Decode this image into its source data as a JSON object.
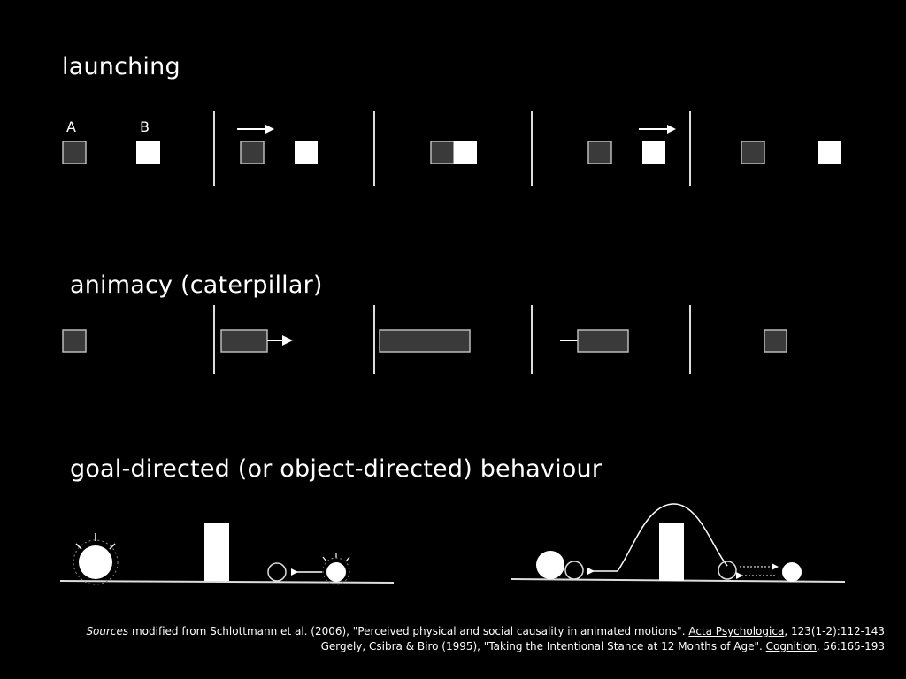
{
  "sections": {
    "launching": {
      "title": "launching",
      "label_a": "A",
      "label_b": "B"
    },
    "animacy": {
      "title": "animacy (caterpillar)"
    },
    "goal": {
      "title": "goal-directed (or object-directed) behaviour"
    }
  },
  "sources": {
    "line1": {
      "lead": "Sources",
      "text": " modified from Schlottmann et al. (2006), \"Perceived physical and social causality in animated motions\". ",
      "journal": "Acta Psychologica",
      "tail": ", 123(1-2):112-143"
    },
    "line2": {
      "text": "Gergely, Csibra & Biro (1995), \"Taking the Intentional Stance at 12 Months of Age\". ",
      "journal": "Cognition",
      "tail": ", 56:165-193"
    }
  },
  "colors": {
    "background": "#000000",
    "dark_square": "#3a3a3a",
    "light_square": "#ffffff",
    "line": "#dddddd"
  }
}
